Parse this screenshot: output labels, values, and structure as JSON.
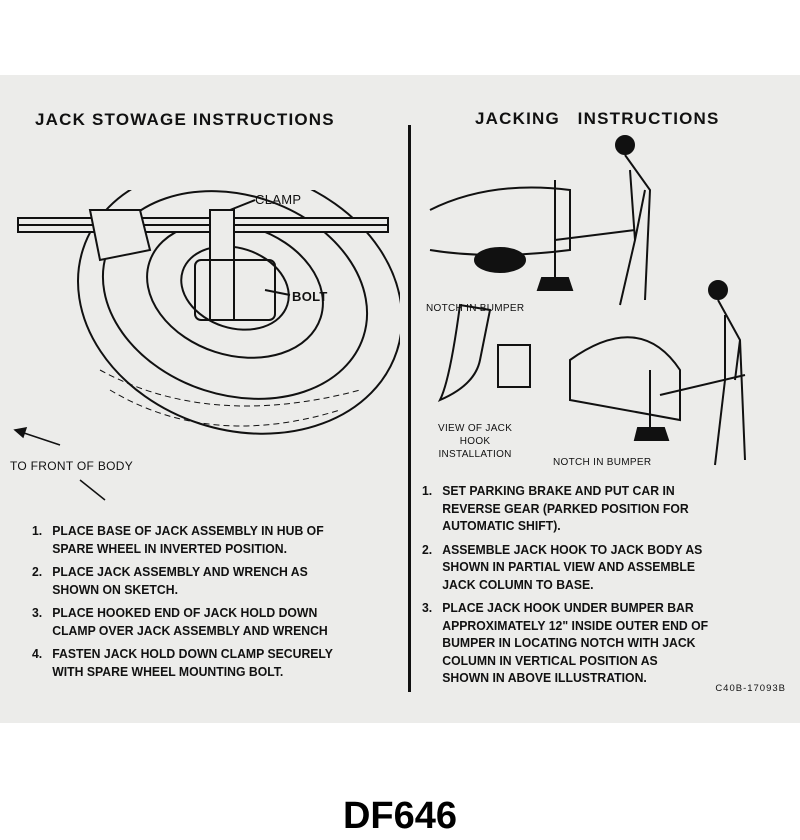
{
  "left": {
    "heading": "JACK STOWAGE INSTRUCTIONS",
    "labels": {
      "clamp": "CLAMP",
      "bolt": "BOLT",
      "front": "TO FRONT OF BODY"
    },
    "steps": [
      {
        "num": "1.",
        "text": "PLACE BASE OF JACK ASSEMBLY IN HUB OF\nSPARE WHEEL IN INVERTED POSITION."
      },
      {
        "num": "2.",
        "text": "PLACE JACK ASSEMBLY AND WRENCH AS\nSHOWN ON SKETCH."
      },
      {
        "num": "3.",
        "text": "PLACE HOOKED END OF JACK HOLD DOWN\nCLAMP OVER JACK ASSEMBLY AND WRENCH"
      },
      {
        "num": "4.",
        "text": "FASTEN JACK HOLD DOWN CLAMP SECURELY\nWITH SPARE WHEEL MOUNTING BOLT."
      }
    ]
  },
  "right": {
    "heading": "JACKING   INSTRUCTIONS",
    "labels": {
      "notch_top": "NOTCH IN BUMPER",
      "view": "VIEW OF JACK\nHOOK\nINSTALLATION",
      "notch_bottom": "NOTCH IN BUMPER"
    },
    "steps": [
      {
        "num": "1.",
        "text": "SET PARKING BRAKE AND PUT CAR IN\nREVERSE GEAR (PARKED POSITION FOR\nAUTOMATIC SHIFT)."
      },
      {
        "num": "2.",
        "text": "ASSEMBLE JACK HOOK TO JACK BODY AS\nSHOWN IN PARTIAL VIEW AND ASSEMBLE\nJACK COLUMN TO BASE."
      },
      {
        "num": "3.",
        "text": "PLACE JACK HOOK UNDER BUMPER BAR\nAPPROXIMATELY 12\" INSIDE OUTER END OF\nBUMPER IN LOCATING NOTCH WITH JACK\nCOLUMN IN VERTICAL POSITION AS\nSHOWN IN ABOVE ILLUSTRATION."
      }
    ],
    "code": "C40B-17093B"
  },
  "footer": "DF646"
}
